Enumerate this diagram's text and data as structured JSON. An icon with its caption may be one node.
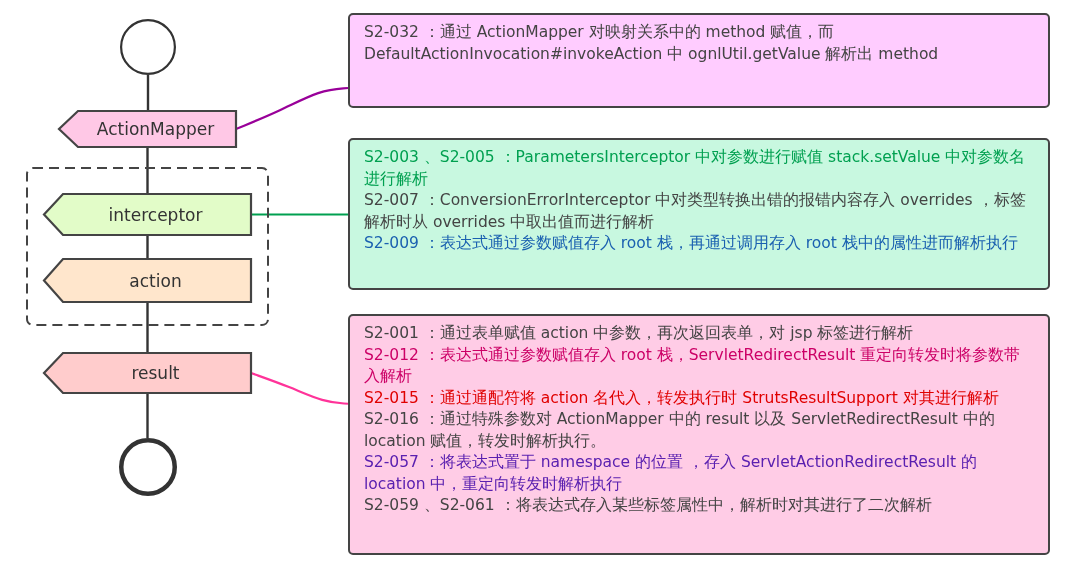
{
  "diagram": {
    "nodes": [
      {
        "text": [],
        "shape": "circle"
      },
      {
        "text": [
          "ActionMapper"
        ]
      },
      {
        "text": [],
        "shape": "box"
      },
      {
        "text": [
          "interceptor"
        ],
        "in": 2
      },
      {
        "text": [
          "action"
        ],
        "in": 2
      },
      {
        "text": [
          "result"
        ]
      },
      {
        "text": [],
        "shape": "circle"
      },
      {
        "text": [
          "S2-032 ：通过 ActionMapper 对映射关系中的 method 赋值，而 DefaultActionInvocation#invokeAction 中 ognlUtil.getValue 解析出 method"
        ]
      },
      {
        "text": [
          "S2-003 、S2-005 ：ParametersInterceptor 中对参数进行赋值 stack.setValue 中对参数名进行解析",
          "S2-007 ：ConversionErrorInterceptor 中对类型转换出错的报错内容存入 overrides ，标签解析时从 overrides 中取出值而进行解析",
          "S2-009 ：表达式通过参数赋值存入 root 栈，再通过调用存入 root 栈中的属性进而解析执行"
        ]
      },
      {
        "text": [
          "S2-001 ：通过表单赋值 action 中参数，再次返回表单，对 jsp 标签进行解析",
          "S2-012 ：表达式通过参数赋值存入 root 栈，ServletRedirectResult 重定向转发时将参数带入解析",
          "S2-015 ：通过通配符将 action 名代入，转发执行时 StrutsResultSupport 对其进行解析",
          "S2-016 ：通过特殊参数对 ActionMapper 中的 result 以及 ServletRedirectResult 中的 location 赋值，转发时解析执行。",
          "S2-057 ：将表达式置于 namespace 的位置 ，存入 ServletActionRedirectResult 的 location 中，重定向转发时解析执行",
          "S2-059 、S2-061 ：将表达式存入某些标签属性中，解析时对其进行了二次解析"
        ]
      }
    ],
    "edges": [
      {
        "from": 0,
        "to": 1,
        "arrow": "none"
      },
      {
        "from": 1,
        "to": 3,
        "arrow": "none"
      },
      {
        "from": 3,
        "to": 4,
        "arrow": "none"
      },
      {
        "from": 4,
        "to": 5,
        "arrow": "none"
      },
      {
        "from": 5,
        "to": 6,
        "arrow": "none"
      },
      {
        "from": 1,
        "to": 7,
        "arrow": "none",
        "color": "#990099"
      },
      {
        "from": 3,
        "to": 8,
        "arrow": "none",
        "color": "#00a050"
      },
      {
        "from": 5,
        "to": 9,
        "arrow": "none",
        "color": "#ff3399"
      }
    ]
  }
}
